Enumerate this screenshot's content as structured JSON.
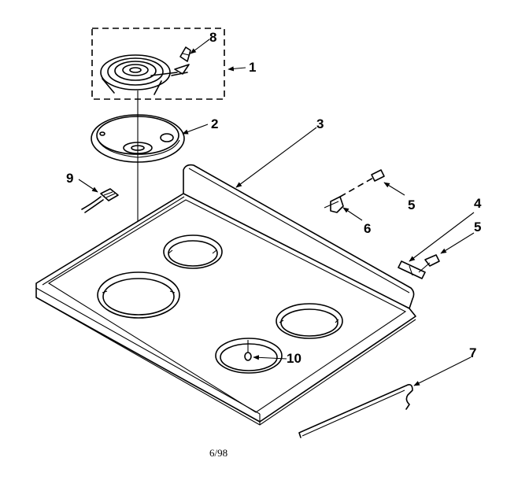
{
  "diagram": {
    "labels": {
      "p1": "1",
      "p2": "2",
      "p3": "3",
      "p4": "4",
      "p5a": "5",
      "p5b": "5",
      "p6": "6",
      "p7": "7",
      "p8": "8",
      "p9": "9",
      "p10": "10"
    },
    "date_code": "6/98"
  }
}
